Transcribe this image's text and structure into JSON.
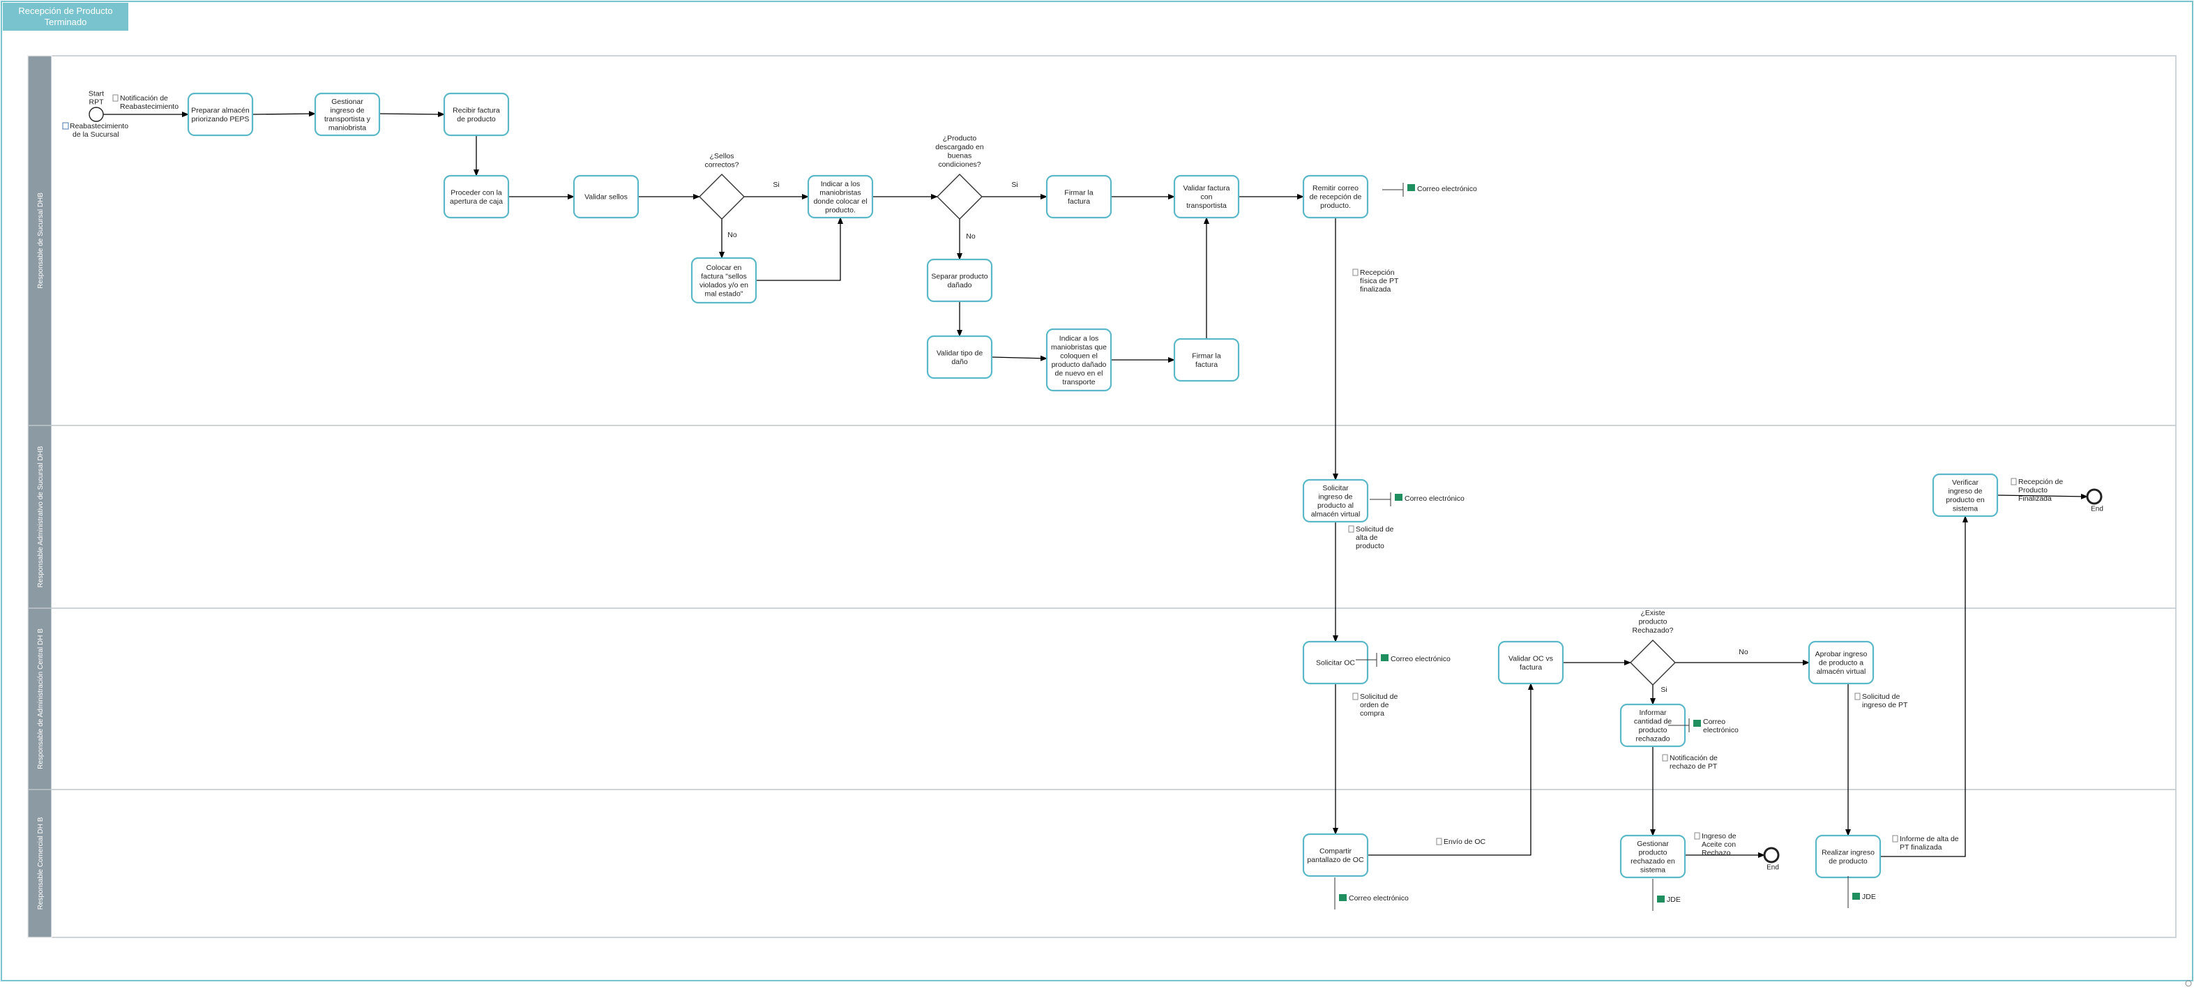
{
  "process": {
    "title": "Recepción de Producto Terminado",
    "lanes": [
      "Responsable de Sucursal DHB",
      "Responsable Administrativo de Sucursal DHB",
      "Responsable de Administración Central DH B",
      "Responsable Comercial DH B"
    ]
  },
  "tasks": [
    {
      "id": "t_preparar",
      "text": "Preparar almacén priorizando PEPS"
    },
    {
      "id": "t_gestionar_ingreso",
      "text": "Gestionar ingreso de transportista y maniobrista"
    },
    {
      "id": "t_recibir",
      "text": "Recibir factura de producto"
    },
    {
      "id": "t_proceder",
      "text": "Proceder con la apertura de caja"
    },
    {
      "id": "t_validar_sellos",
      "text": "Validar sellos"
    },
    {
      "id": "t_colocar",
      "text": "Colocar en factura \"sellos violados y/o en mal estado\""
    },
    {
      "id": "t_indicar1",
      "text": "Indicar a los maniobristas donde colocar el producto."
    },
    {
      "id": "t_separar",
      "text": "Separar producto dañado"
    },
    {
      "id": "t_validar_tipo",
      "text": "Validar tipo de daño"
    },
    {
      "id": "t_indicar2",
      "text": "Indicar a los maniobristas que coloquen el producto dañado de nuevo en el transporte"
    },
    {
      "id": "t_firmar1",
      "text": "Firmar la factura"
    },
    {
      "id": "t_firmar2",
      "text": "Firmar la factura"
    },
    {
      "id": "t_validar_fact",
      "text": "Validar factura con transportista"
    },
    {
      "id": "t_remitir",
      "text": "Remitir correo de recepción de producto."
    },
    {
      "id": "t_solicitar_ingreso",
      "text": "Solicitar ingreso de producto al almacén virtual"
    },
    {
      "id": "t_verificar",
      "text": "Verificar ingreso de producto en sistema"
    },
    {
      "id": "t_solicitar_oc",
      "text": "Solicitar OC"
    },
    {
      "id": "t_validar_oc",
      "text": "Validar OC vs factura"
    },
    {
      "id": "t_informar",
      "text": "Informar cantidad de producto rechazado"
    },
    {
      "id": "t_aprobar",
      "text": "Aprobar ingreso de producto a almacén virtual"
    },
    {
      "id": "t_compartir",
      "text": "Compartir pantallazo de OC"
    },
    {
      "id": "t_gestionar_rech",
      "text": "Gestionar producto rechazado en sistema"
    },
    {
      "id": "t_realizar",
      "text": "Realizar ingreso de producto"
    }
  ],
  "gateways": [
    {
      "id": "g_sellos",
      "text": "¿Sellos correctos?"
    },
    {
      "id": "g_descargado",
      "text": "¿Producto descargado en buenas condiciones?"
    },
    {
      "id": "g_rechazado",
      "text": "¿Existe producto Rechazado?"
    }
  ],
  "events": [
    {
      "id": "start",
      "text": "Start RPT"
    },
    {
      "id": "end1",
      "text": "End"
    },
    {
      "id": "end2",
      "text": "End"
    }
  ],
  "flow_labels": [
    {
      "id": "l_si1",
      "text": "Si"
    },
    {
      "id": "l_no1",
      "text": "No"
    },
    {
      "id": "l_si2",
      "text": "Si"
    },
    {
      "id": "l_no2",
      "text": "No"
    },
    {
      "id": "l_no3",
      "text": "No"
    },
    {
      "id": "l_si3",
      "text": "Si"
    }
  ],
  "documents": [
    {
      "id": "d_notif",
      "text": "Notificación de Reabastecimiento"
    },
    {
      "id": "d_recepcion_fisica",
      "text": "Recepción física de PT finalizada"
    },
    {
      "id": "d_solic_alta",
      "text": "Solicitud de alta de producto"
    },
    {
      "id": "d_recepcion_final",
      "text": "Recepción de Producto Finalizada"
    },
    {
      "id": "d_solic_oc",
      "text": "Solicitud de orden de compra"
    },
    {
      "id": "d_notif_rechazo",
      "text": "Notificación de rechazo de PT"
    },
    {
      "id": "d_solic_ingreso",
      "text": "Solicitud de ingreso de PT"
    },
    {
      "id": "d_envio_oc",
      "text": "Envío de OC"
    },
    {
      "id": "d_ingreso_aceite",
      "text": "Ingreso de Aceite con Rechazo"
    },
    {
      "id": "d_informe_alta",
      "text": "Informe de alta de PT finalizada"
    }
  ],
  "start_data": {
    "id": "d_reabast",
    "text": "Reabastecimiento de la Sucursal"
  },
  "systems": [
    {
      "id": "s_correo1",
      "text": "Correo electrónico"
    },
    {
      "id": "s_correo2",
      "text": "Correo electrónico"
    },
    {
      "id": "s_correo3",
      "text": "Correo electrónico"
    },
    {
      "id": "s_correo4",
      "text": "Correo electrónico"
    },
    {
      "id": "s_correo5",
      "text": "Correo electrónico"
    },
    {
      "id": "s_jde1",
      "text": "JDE"
    },
    {
      "id": "s_jde2",
      "text": "JDE"
    }
  ],
  "colors": {
    "task_stroke": "#5bb8c8",
    "lane_header": "#8c9aa3",
    "title_tab": "#79c3ce",
    "outer_border": "#79c3ce",
    "lane_border": "#bfc6cc",
    "arrow": "#000000",
    "system_icon": "#1f8f5f",
    "doc_icon": "#888888"
  }
}
